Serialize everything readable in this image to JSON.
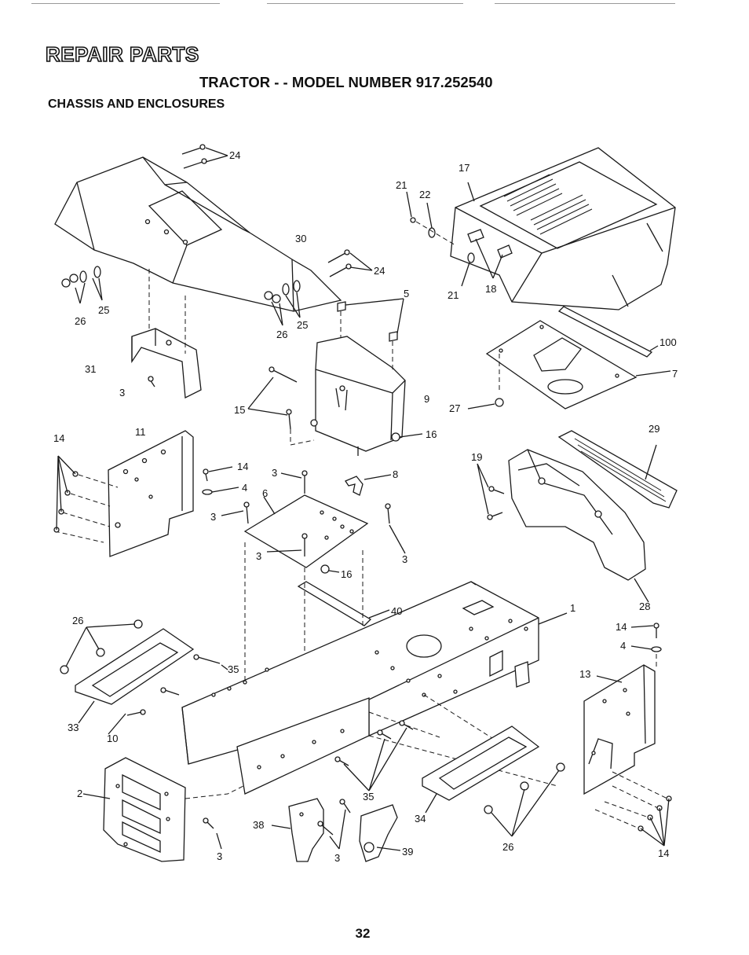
{
  "header": {
    "title": "REPAIR PARTS",
    "subtitle": "TRACTOR - - MODEL NUMBER 917.252540",
    "section": "CHASSIS AND ENCLOSURES"
  },
  "callouts": {
    "c1": "1",
    "c2": "2",
    "c3a": "3",
    "c3b": "3",
    "c3c": "3",
    "c3d": "3",
    "c3e": "3",
    "c3f": "3",
    "c3g": "3",
    "c4a": "4",
    "c4b": "4",
    "c5": "5",
    "c6": "6",
    "c7": "7",
    "c8": "8",
    "c9": "9",
    "c10": "10",
    "c11": "11",
    "c13": "13",
    "c14a": "14",
    "c14b": "14",
    "c14c": "14",
    "c14d": "14",
    "c15": "15",
    "c16a": "16",
    "c16b": "16",
    "c17": "17",
    "c18": "18",
    "c19": "19",
    "c21a": "21",
    "c21b": "21",
    "c22": "22",
    "c24a": "24",
    "c24b": "24",
    "c25a": "25",
    "c25b": "25",
    "c26a": "26",
    "c26b": "26",
    "c26c": "26",
    "c26d": "26",
    "c27": "27",
    "c28": "28",
    "c29": "29",
    "c30": "30",
    "c31": "31",
    "c33": "33",
    "c34": "34",
    "c35a": "35",
    "c35b": "35",
    "c38": "38",
    "c39": "39",
    "c40": "40",
    "c100": "100"
  },
  "footer": {
    "page_number": "32"
  }
}
